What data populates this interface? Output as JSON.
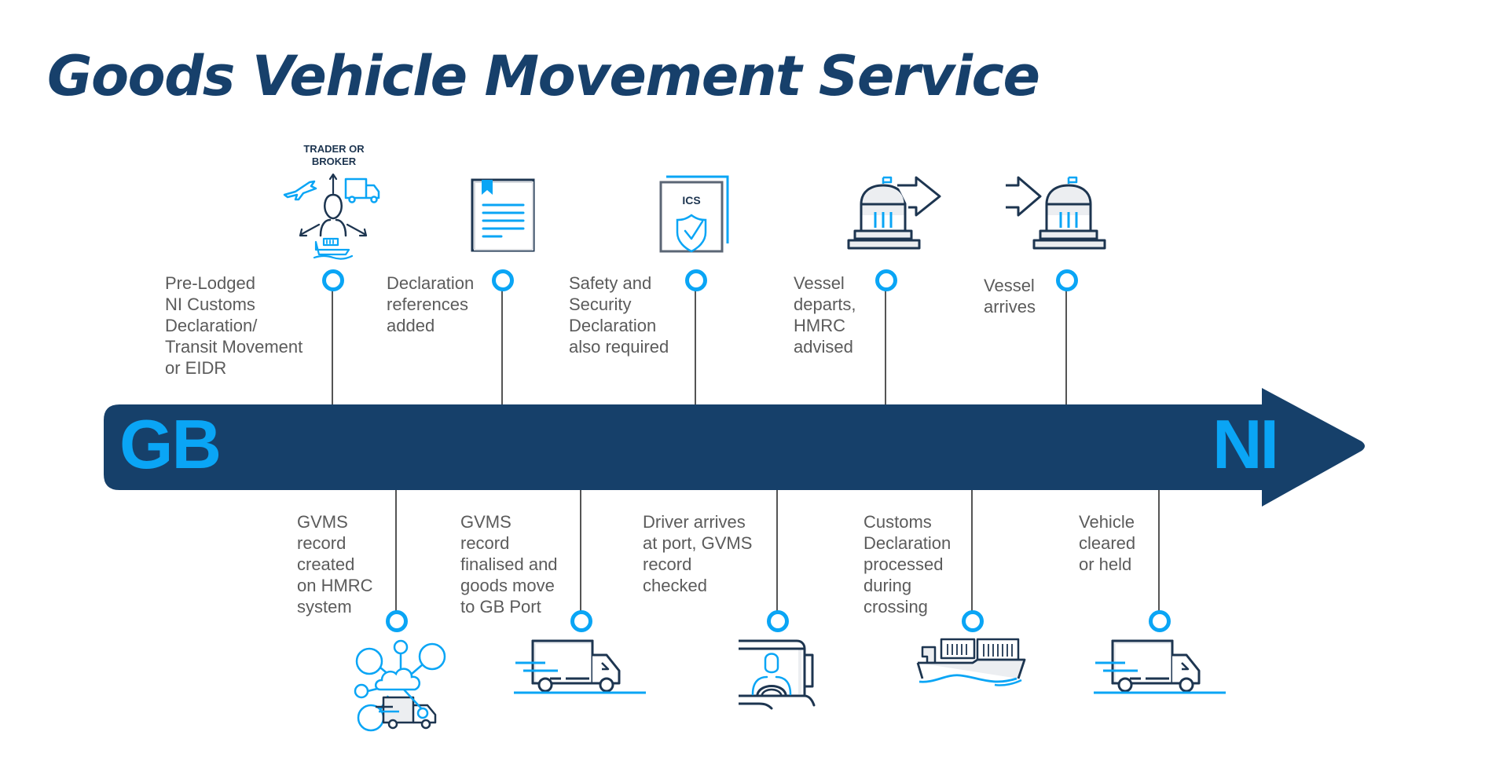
{
  "title": "Goods Vehicle Movement Service",
  "colors": {
    "title": "#17406B",
    "timeline_bar": "#16406A",
    "accent": "#0AA5F5",
    "icon_dark": "#1d3550",
    "text": "#5b5b5b"
  },
  "timeline": {
    "start_label": "GB",
    "end_label": "NI"
  },
  "top_steps": [
    {
      "lines": [
        "Pre-Lodged",
        "NI Customs",
        "Declaration/",
        "Transit Movement",
        "or EIDR"
      ],
      "icon": "trader-broker-icon",
      "icon_caption": [
        "TRADER OR",
        "BROKER"
      ]
    },
    {
      "lines": [
        "Declaration",
        "references",
        "added"
      ],
      "icon": "document-bookmark-icon"
    },
    {
      "lines": [
        "Safety and",
        "Security",
        "Declaration",
        "also required"
      ],
      "icon": "ics-shield-document-icon",
      "icon_text": "ICS"
    },
    {
      "lines": [
        "Vessel",
        "departs,",
        "HMRC",
        "advised"
      ],
      "icon": "customs-building-outbound-icon"
    },
    {
      "lines": [
        "Vessel",
        "arrives"
      ],
      "icon": "customs-building-inbound-icon"
    }
  ],
  "bottom_steps": [
    {
      "lines": [
        "GVMS",
        "record",
        "created",
        "on HMRC",
        "system"
      ],
      "icon": "cloud-network-van-icon"
    },
    {
      "lines": [
        "GVMS",
        "record",
        "finalised and",
        "goods move",
        "to GB Port"
      ],
      "icon": "moving-truck-icon"
    },
    {
      "lines": [
        "Driver arrives",
        "at port, GVMS",
        "record",
        "checked"
      ],
      "icon": "driver-cab-icon"
    },
    {
      "lines": [
        "Customs",
        "Declaration",
        "processed",
        "during",
        "crossing"
      ],
      "icon": "container-ship-icon"
    },
    {
      "lines": [
        "Vehicle",
        "cleared",
        "or held"
      ],
      "icon": "moving-truck-icon"
    }
  ]
}
